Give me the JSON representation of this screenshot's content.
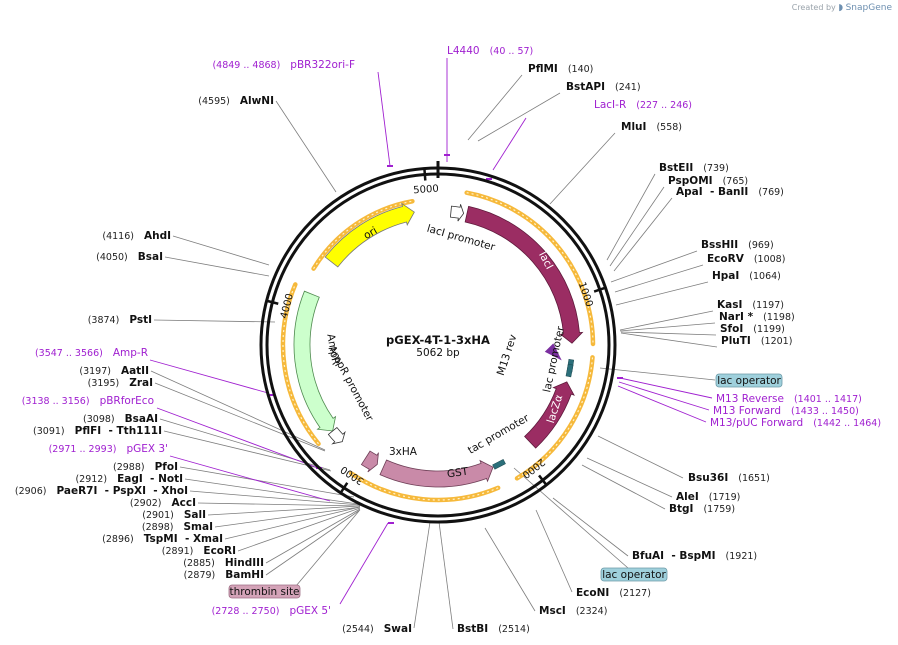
{
  "watermark": {
    "created_by": "Created by",
    "brand": "SnapGene"
  },
  "plasmid": {
    "name": "pGEX-4T-1-3xHA",
    "length": "5062 bp",
    "length_bp": 5062
  },
  "ticks": [
    "1000",
    "2000",
    "3000",
    "4000",
    "5000"
  ],
  "features": [
    {
      "id": "ori",
      "label": "ori",
      "start": 4330,
      "end": 4920,
      "color": "#ffff00",
      "dir": 1
    },
    {
      "id": "laci",
      "label": "lacI",
      "start": 175,
      "end": 1255,
      "color": "#9b2d63",
      "dir": 1
    },
    {
      "id": "laciprom",
      "label": "lacI promoter",
      "start": 78,
      "end": 155,
      "color": "#ffffff",
      "dir": 1
    },
    {
      "id": "lacza",
      "label": "lacZα",
      "start": 1490,
      "end": 1920,
      "color": "#9b2d63",
      "dir": -1
    },
    {
      "id": "gst",
      "label": "GST",
      "start": 2190,
      "end": 2870,
      "color": "#c98aa8",
      "dir": -1
    },
    {
      "id": "ha",
      "label": "3xHA",
      "start": 2910,
      "end": 2990,
      "color": "#c98aa8",
      "dir": -1
    },
    {
      "id": "ampr",
      "label": "AmpR",
      "start": 3245,
      "end": 4105,
      "color": "#ccffcc",
      "dir": -1
    },
    {
      "id": "amprprom",
      "label": "AmpR promoter",
      "start": 3160,
      "end": 3245,
      "color": "#ffffff",
      "dir": -1
    },
    {
      "id": "lacprom",
      "label": "lac promoter",
      "start": 1385,
      "end": 1415,
      "color": "#ffffff",
      "dir": 1
    },
    {
      "id": "tacprom",
      "label": "tac promoter",
      "start": 2140,
      "end": 2185,
      "color": "#ffffff",
      "dir": -1
    },
    {
      "id": "m13rev",
      "label": "M13 rev",
      "start": 1400,
      "end": 1420,
      "color": "#7b2fa0",
      "dir": -1
    }
  ],
  "enzymes": [
    {
      "name": "PflMI",
      "pos": "(140)"
    },
    {
      "name": "BstAPI",
      "pos": "(241)"
    },
    {
      "name": "MluI",
      "pos": "(558)"
    },
    {
      "name": "BstEII",
      "pos": "(739)"
    },
    {
      "name": "PspOMI",
      "pos": "(765)"
    },
    {
      "name": "ApaI  - BanII",
      "pos": "(769)"
    },
    {
      "name": "BssHII",
      "pos": "(969)"
    },
    {
      "name": "EcoRV",
      "pos": "(1008)"
    },
    {
      "name": "HpaI",
      "pos": "(1064)"
    },
    {
      "name": "KasI",
      "pos": "(1197)"
    },
    {
      "name": "NarI *",
      "pos": "(1198)"
    },
    {
      "name": "SfoI",
      "pos": "(1199)"
    },
    {
      "name": "PluTI",
      "pos": "(1201)"
    },
    {
      "name": "Bsu36I",
      "pos": "(1651)"
    },
    {
      "name": "AleI",
      "pos": "(1719)"
    },
    {
      "name": "BtgI",
      "pos": "(1759)"
    },
    {
      "name": "BfuAI  - BspMI",
      "pos": "(1921)"
    },
    {
      "name": "EcoNI",
      "pos": "(2127)"
    },
    {
      "name": "MscI",
      "pos": "(2324)"
    },
    {
      "name": "BstBI",
      "pos": "(2514)"
    },
    {
      "name": "SwaI",
      "pos": "(2544)"
    },
    {
      "name": "BamHI",
      "pos": "(2879)"
    },
    {
      "name": "HindIII",
      "pos": "(2885)"
    },
    {
      "name": "EcoRI",
      "pos": "(2891)"
    },
    {
      "name": "TspMI  - XmaI",
      "pos": "(2896)"
    },
    {
      "name": "SmaI",
      "pos": "(2898)"
    },
    {
      "name": "SalI",
      "pos": "(2901)"
    },
    {
      "name": "AccI",
      "pos": "(2902)"
    },
    {
      "name": "PaeR7I  - PspXI  - XhoI",
      "pos": "(2906)"
    },
    {
      "name": "EagI  - NotI",
      "pos": "(2912)"
    },
    {
      "name": "PfoI",
      "pos": "(2988)"
    },
    {
      "name": "PflFI  - Tth111I",
      "pos": "(3091)"
    },
    {
      "name": "BsaAI",
      "pos": "(3098)"
    },
    {
      "name": "ZraI",
      "pos": "(3195)"
    },
    {
      "name": "AatII",
      "pos": "(3197)"
    },
    {
      "name": "PstI",
      "pos": "(3874)"
    },
    {
      "name": "BsaI",
      "pos": "(4050)"
    },
    {
      "name": "AhdI",
      "pos": "(4116)"
    },
    {
      "name": "AlwNI",
      "pos": "(4595)"
    }
  ],
  "primers": [
    {
      "name": "L4440",
      "pos": "(40 .. 57)"
    },
    {
      "name": "pBR322ori-F",
      "pos": "(4849 .. 4868)"
    },
    {
      "name": "LacI-R",
      "pos": "(227 .. 246)"
    },
    {
      "name": "M13 Reverse",
      "pos": "(1401 .. 1417)"
    },
    {
      "name": "M13 Forward",
      "pos": "(1433 .. 1450)"
    },
    {
      "name": "M13/pUC Forward",
      "pos": "(1442 .. 1464)"
    },
    {
      "name": "Amp-R",
      "pos": "(3547 .. 3566)"
    },
    {
      "name": "pBRforEco",
      "pos": "(3138 .. 3156)"
    },
    {
      "name": "pGEX 3'",
      "pos": "(2971 .. 2993)"
    },
    {
      "name": "pGEX 5'",
      "pos": "(2728 .. 2750)"
    }
  ],
  "boxed": [
    {
      "name": "lac operator"
    },
    {
      "name": "lac operator"
    },
    {
      "name": "thrombin site"
    }
  ]
}
